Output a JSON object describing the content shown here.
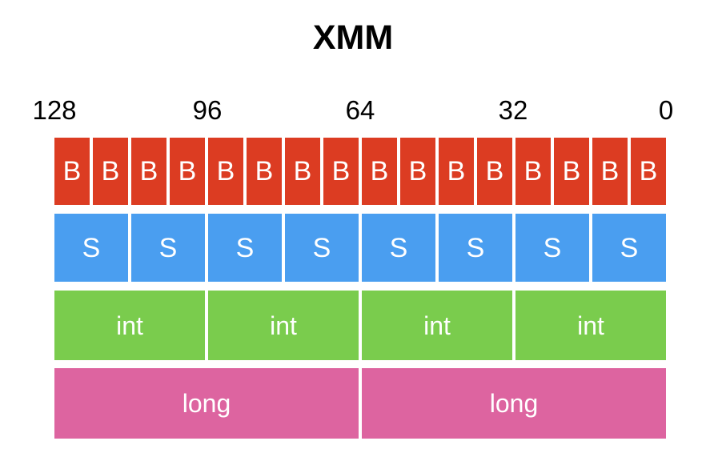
{
  "title": "XMM",
  "colors": {
    "background": "#ffffff",
    "text": "#000000",
    "byte": "#dc3c22",
    "short": "#4a9ef0",
    "int": "#7acc4d",
    "long": "#dd64a0",
    "cell_text": "#ffffff"
  },
  "bit_ruler": {
    "labels": [
      "128",
      "96",
      "64",
      "32",
      "0"
    ],
    "positions_pct": [
      0,
      25,
      50,
      75,
      100
    ]
  },
  "rows": [
    {
      "name": "byte-row",
      "type_label": "B",
      "count": 16,
      "bits_per_cell": 8,
      "color": "#dc3c22",
      "cells": [
        "B",
        "B",
        "B",
        "B",
        "B",
        "B",
        "B",
        "B",
        "B",
        "B",
        "B",
        "B",
        "B",
        "B",
        "B",
        "B"
      ]
    },
    {
      "name": "short-row",
      "type_label": "S",
      "count": 8,
      "bits_per_cell": 16,
      "color": "#4a9ef0",
      "cells": [
        "S",
        "S",
        "S",
        "S",
        "S",
        "S",
        "S",
        "S"
      ]
    },
    {
      "name": "int-row",
      "type_label": "int",
      "count": 4,
      "bits_per_cell": 32,
      "color": "#7acc4d",
      "cells": [
        "int",
        "int",
        "int",
        "int"
      ]
    },
    {
      "name": "long-row",
      "type_label": "long",
      "count": 2,
      "bits_per_cell": 64,
      "color": "#dd64a0",
      "cells": [
        "long",
        "long"
      ]
    }
  ]
}
